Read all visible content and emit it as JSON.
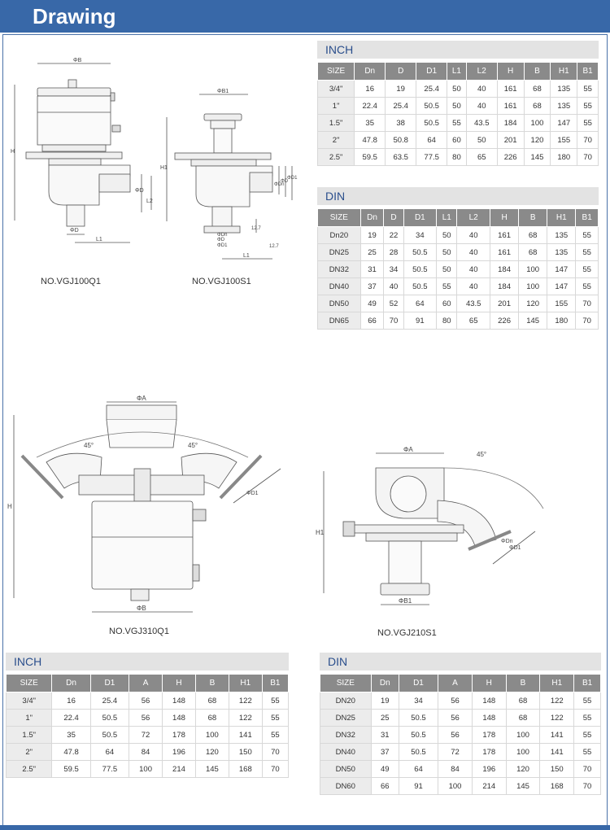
{
  "header": {
    "title": "Drawing"
  },
  "dims": {
    "phi_b": "ΦB",
    "phi_b1": "ΦB1",
    "phi_d": "ΦD",
    "phi_dn": "ΦDn",
    "phi_d1": "ΦD1",
    "phi_a": "ΦA",
    "h": "H",
    "h1": "H1",
    "l1": "L1",
    "l2": "L2",
    "dim_12_7": "12.7",
    "angle_45": "45°"
  },
  "drawings": {
    "vgj100q1": {
      "caption": "NO.VGJ100Q1"
    },
    "vgj100s1": {
      "caption": "NO.VGJ100S1"
    },
    "vgj310q1": {
      "caption": "NO.VGJ310Q1"
    },
    "vgj210s1": {
      "caption": "NO.VGJ210S1"
    }
  },
  "tables": {
    "top_inch": {
      "title": "INCH",
      "headers": [
        "SIZE",
        "Dn",
        "D",
        "D1",
        "L1",
        "L2",
        "H",
        "B",
        "H1",
        "B1"
      ],
      "rows": [
        [
          "3/4\"",
          "16",
          "19",
          "25.4",
          "50",
          "40",
          "161",
          "68",
          "135",
          "55"
        ],
        [
          "1\"",
          "22.4",
          "25.4",
          "50.5",
          "50",
          "40",
          "161",
          "68",
          "135",
          "55"
        ],
        [
          "1.5\"",
          "35",
          "38",
          "50.5",
          "55",
          "43.5",
          "184",
          "100",
          "147",
          "55"
        ],
        [
          "2\"",
          "47.8",
          "50.8",
          "64",
          "60",
          "50",
          "201",
          "120",
          "155",
          "70"
        ],
        [
          "2.5\"",
          "59.5",
          "63.5",
          "77.5",
          "80",
          "65",
          "226",
          "145",
          "180",
          "70"
        ]
      ]
    },
    "top_din": {
      "title": "DIN",
      "headers": [
        "SIZE",
        "Dn",
        "D",
        "D1",
        "L1",
        "L2",
        "H",
        "B",
        "H1",
        "B1"
      ],
      "rows": [
        [
          "Dn20",
          "19",
          "22",
          "34",
          "50",
          "40",
          "161",
          "68",
          "135",
          "55"
        ],
        [
          "DN25",
          "25",
          "28",
          "50.5",
          "50",
          "40",
          "161",
          "68",
          "135",
          "55"
        ],
        [
          "DN32",
          "31",
          "34",
          "50.5",
          "50",
          "40",
          "184",
          "100",
          "147",
          "55"
        ],
        [
          "DN40",
          "37",
          "40",
          "50.5",
          "55",
          "40",
          "184",
          "100",
          "147",
          "55"
        ],
        [
          "DN50",
          "49",
          "52",
          "64",
          "60",
          "43.5",
          "201",
          "120",
          "155",
          "70"
        ],
        [
          "DN65",
          "66",
          "70",
          "91",
          "80",
          "65",
          "226",
          "145",
          "180",
          "70"
        ]
      ]
    },
    "bottom_inch": {
      "title": "INCH",
      "headers": [
        "SIZE",
        "Dn",
        "D1",
        "A",
        "H",
        "B",
        "H1",
        "B1"
      ],
      "rows": [
        [
          "3/4\"",
          "16",
          "25.4",
          "56",
          "148",
          "68",
          "122",
          "55"
        ],
        [
          "1\"",
          "22.4",
          "50.5",
          "56",
          "148",
          "68",
          "122",
          "55"
        ],
        [
          "1.5\"",
          "35",
          "50.5",
          "72",
          "178",
          "100",
          "141",
          "55"
        ],
        [
          "2\"",
          "47.8",
          "64",
          "84",
          "196",
          "120",
          "150",
          "70"
        ],
        [
          "2.5\"",
          "59.5",
          "77.5",
          "100",
          "214",
          "145",
          "168",
          "70"
        ]
      ]
    },
    "bottom_din": {
      "title": "DIN",
      "headers": [
        "SIZE",
        "Dn",
        "D1",
        "A",
        "H",
        "B",
        "H1",
        "B1"
      ],
      "rows": [
        [
          "DN20",
          "19",
          "34",
          "56",
          "148",
          "68",
          "122",
          "55"
        ],
        [
          "DN25",
          "25",
          "50.5",
          "56",
          "148",
          "68",
          "122",
          "55"
        ],
        [
          "DN32",
          "31",
          "50.5",
          "56",
          "178",
          "100",
          "141",
          "55"
        ],
        [
          "DN40",
          "37",
          "50.5",
          "72",
          "178",
          "100",
          "141",
          "55"
        ],
        [
          "DN50",
          "49",
          "64",
          "84",
          "196",
          "120",
          "150",
          "70"
        ],
        [
          "DN60",
          "66",
          "91",
          "100",
          "214",
          "145",
          "168",
          "70"
        ]
      ]
    }
  }
}
